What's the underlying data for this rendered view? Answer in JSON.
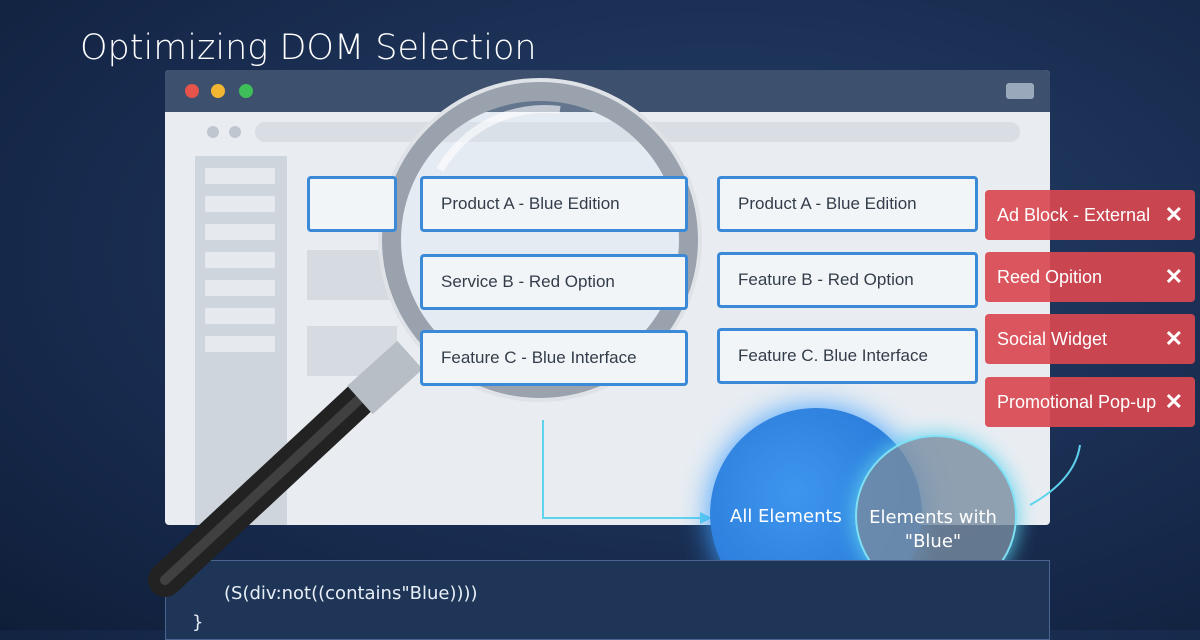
{
  "title": "Optimizing DOM Selection",
  "cards": {
    "col1": [
      "Product A - Blue Edition",
      "Service B - Red Option",
      "Feature C - Blue Interface"
    ],
    "col2": [
      "Product A - Blue Edition",
      "Feature B - Red Option",
      "Feature C. Blue Interface"
    ]
  },
  "removed": [
    {
      "label": "Ad Block - External"
    },
    {
      "label": "Reed Opition"
    },
    {
      "label": "Social Widget"
    },
    {
      "label": "Promotional Pop-up"
    }
  ],
  "close_glyph": "✕",
  "venn": {
    "all": "All Elements",
    "blue": "Elements with \"Blue\""
  },
  "code": "(S(div:not((contains\"Blue))))",
  "code_close": "}"
}
